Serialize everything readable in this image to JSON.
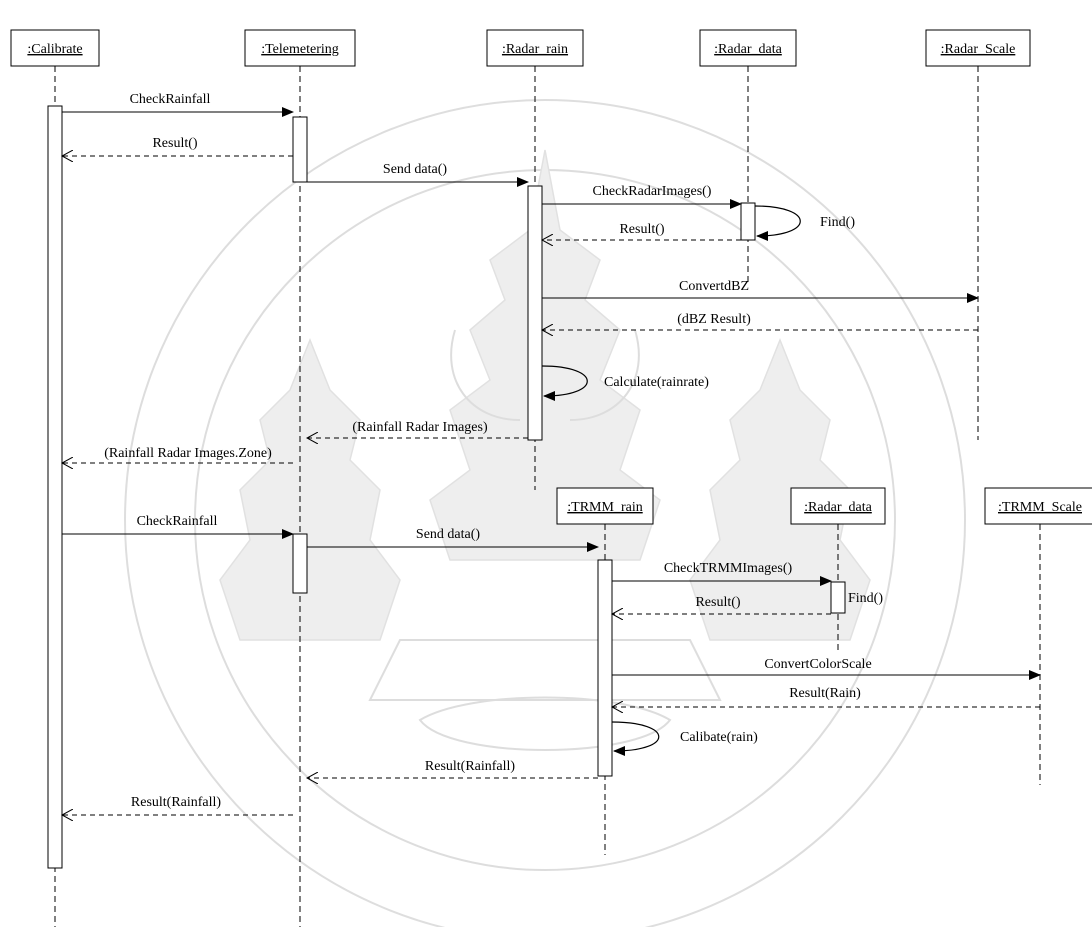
{
  "lifelines": [
    {
      "id": "calibrate",
      "label": ":Calibrate"
    },
    {
      "id": "telemetering",
      "label": ":Telemetering"
    },
    {
      "id": "radar_rain",
      "label": ":Radar_rain"
    },
    {
      "id": "radar_data_1",
      "label": ":Radar_data"
    },
    {
      "id": "radar_scale",
      "label": ":Radar_Scale"
    },
    {
      "id": "trmm_rain",
      "label": ":TRMM_rain"
    },
    {
      "id": "radar_data_2",
      "label": ":Radar_data"
    },
    {
      "id": "trmm_scale",
      "label": ":TRMM_Scale"
    }
  ],
  "messages": [
    {
      "id": "m1",
      "label": "CheckRainfall",
      "from": "calibrate",
      "to": "telemetering",
      "type": "call"
    },
    {
      "id": "m2",
      "label": "Result()",
      "from": "telemetering",
      "to": "calibrate",
      "type": "return"
    },
    {
      "id": "m3",
      "label": "Send data()",
      "from": "telemetering",
      "to": "radar_rain",
      "type": "call"
    },
    {
      "id": "m4",
      "label": "CheckRadarImages()",
      "from": "radar_rain",
      "to": "radar_data_1",
      "type": "call"
    },
    {
      "id": "m5",
      "label": "Find()",
      "from": "radar_data_1",
      "to": "radar_data_1",
      "type": "self"
    },
    {
      "id": "m6",
      "label": "Result()",
      "from": "radar_data_1",
      "to": "radar_rain",
      "type": "return"
    },
    {
      "id": "m7",
      "label": "ConvertdBZ",
      "from": "radar_rain",
      "to": "radar_scale",
      "type": "call"
    },
    {
      "id": "m8",
      "label": "(dBZ Result)",
      "from": "radar_scale",
      "to": "radar_rain",
      "type": "return"
    },
    {
      "id": "m9",
      "label": "Calculate(rainrate)",
      "from": "radar_rain",
      "to": "radar_rain",
      "type": "self"
    },
    {
      "id": "m10",
      "label": "(Rainfall Radar Images)",
      "from": "radar_rain",
      "to": "telemetering",
      "type": "return"
    },
    {
      "id": "m11",
      "label": "(Rainfall Radar Images.Zone)",
      "from": "telemetering",
      "to": "calibrate",
      "type": "return"
    },
    {
      "id": "m12",
      "label": "CheckRainfall",
      "from": "calibrate",
      "to": "telemetering",
      "type": "call"
    },
    {
      "id": "m13",
      "label": "Send data()",
      "from": "telemetering",
      "to": "trmm_rain",
      "type": "call"
    },
    {
      "id": "m14",
      "label": "CheckTRMMImages()",
      "from": "trmm_rain",
      "to": "radar_data_2",
      "type": "call"
    },
    {
      "id": "m15",
      "label": "Find()",
      "from": "radar_data_2",
      "to": "radar_data_2",
      "type": "self"
    },
    {
      "id": "m16",
      "label": "Result()",
      "from": "radar_data_2",
      "to": "trmm_rain",
      "type": "return"
    },
    {
      "id": "m17",
      "label": "ConvertColorScale",
      "from": "trmm_rain",
      "to": "trmm_scale",
      "type": "call"
    },
    {
      "id": "m18",
      "label": "Result(Rain)",
      "from": "trmm_scale",
      "to": "trmm_rain",
      "type": "return"
    },
    {
      "id": "m19",
      "label": "Calibate(rain)",
      "from": "trmm_rain",
      "to": "trmm_rain",
      "type": "self"
    },
    {
      "id": "m20",
      "label": "Result(Rainfall)",
      "from": "trmm_rain",
      "to": "telemetering",
      "type": "return"
    },
    {
      "id": "m21",
      "label": "Result(Rainfall)",
      "from": "telemetering",
      "to": "calibrate",
      "type": "return"
    }
  ]
}
